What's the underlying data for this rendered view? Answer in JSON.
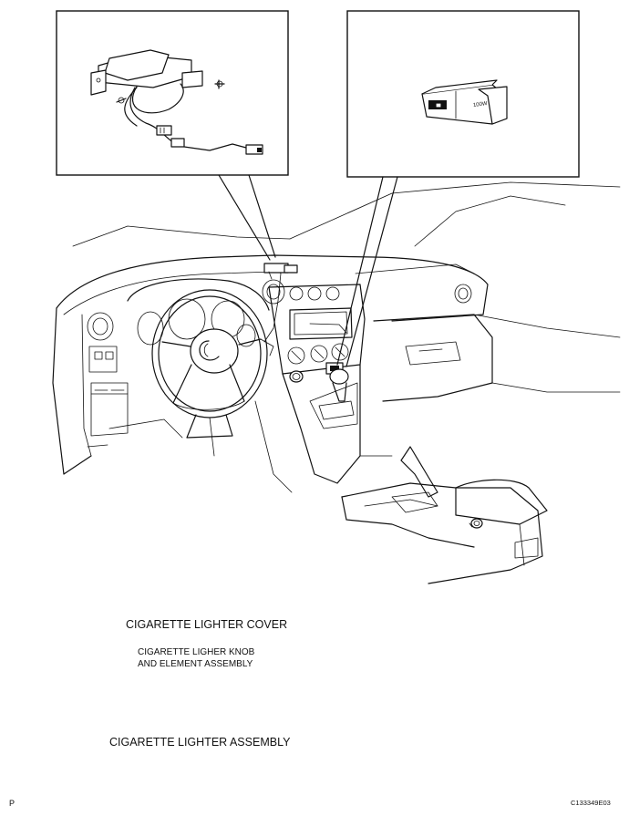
{
  "labels": {
    "cover": "CIGARETTE LIGHTER COVER",
    "knob_line1": "CIGARETTE LIGHER KNOB",
    "knob_line2": "AND ELEMENT ASSEMBLY",
    "assembly": "CIGARETTE LIGHTER ASSEMBLY",
    "power_outlet": "100W",
    "corner_left": "P",
    "figure_code": "C133349E03"
  },
  "icons": [
    "steering-wheel-icon",
    "gear-shifter-icon",
    "cigarette-lighter-icon",
    "power-outlet-icon",
    "wire-harness-icon"
  ]
}
